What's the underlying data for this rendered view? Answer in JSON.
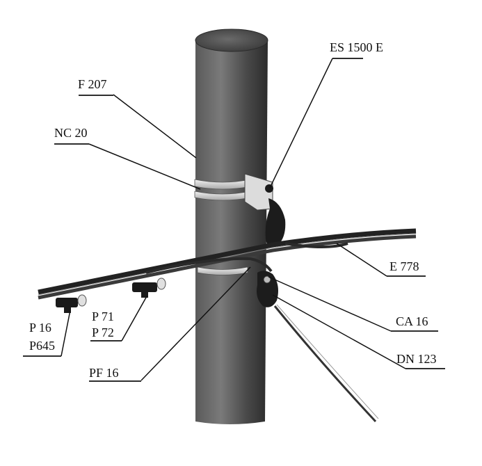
{
  "labels": {
    "es1500e": "ES 1500 E",
    "f207": "F 207",
    "nc20": "NC 20",
    "e778": "E 778",
    "ca16": "CA 16",
    "dn123": "DN 123",
    "p16": "P 16",
    "p645": "P645",
    "p71": "P 71",
    "p72": "P 72",
    "pf16": "PF 16"
  },
  "colors": {
    "pole_light": "#6f6f6f",
    "pole_dark": "#2e2e2e",
    "cable": "#2a2a2a",
    "clamp": "#1a1a1a",
    "band": "#d9d9d9",
    "leader": "#111111"
  }
}
